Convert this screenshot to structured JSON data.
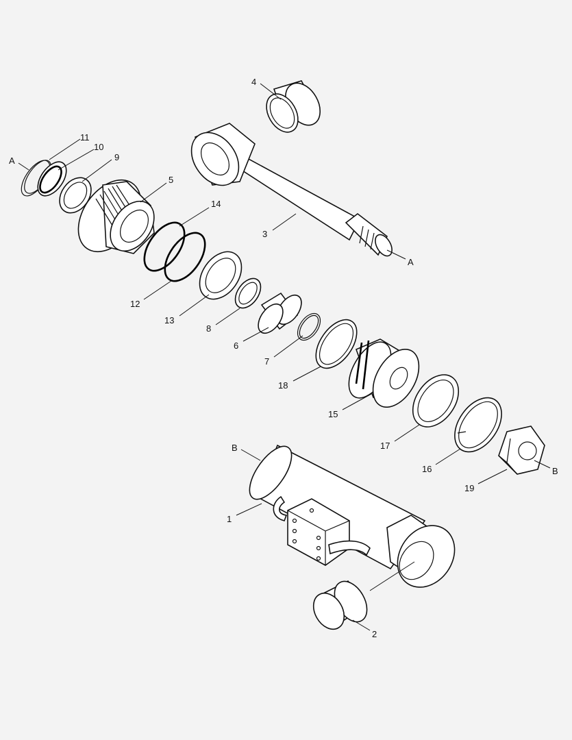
{
  "diagram": {
    "type": "exploded parts view - hydraulic cylinder",
    "callouts": [
      "1",
      "2",
      "3",
      "4",
      "5",
      "6",
      "7",
      "8",
      "9",
      "10",
      "11",
      "12",
      "13",
      "14",
      "15",
      "16",
      "17",
      "18",
      "19",
      "A",
      "A",
      "B",
      "B"
    ]
  }
}
